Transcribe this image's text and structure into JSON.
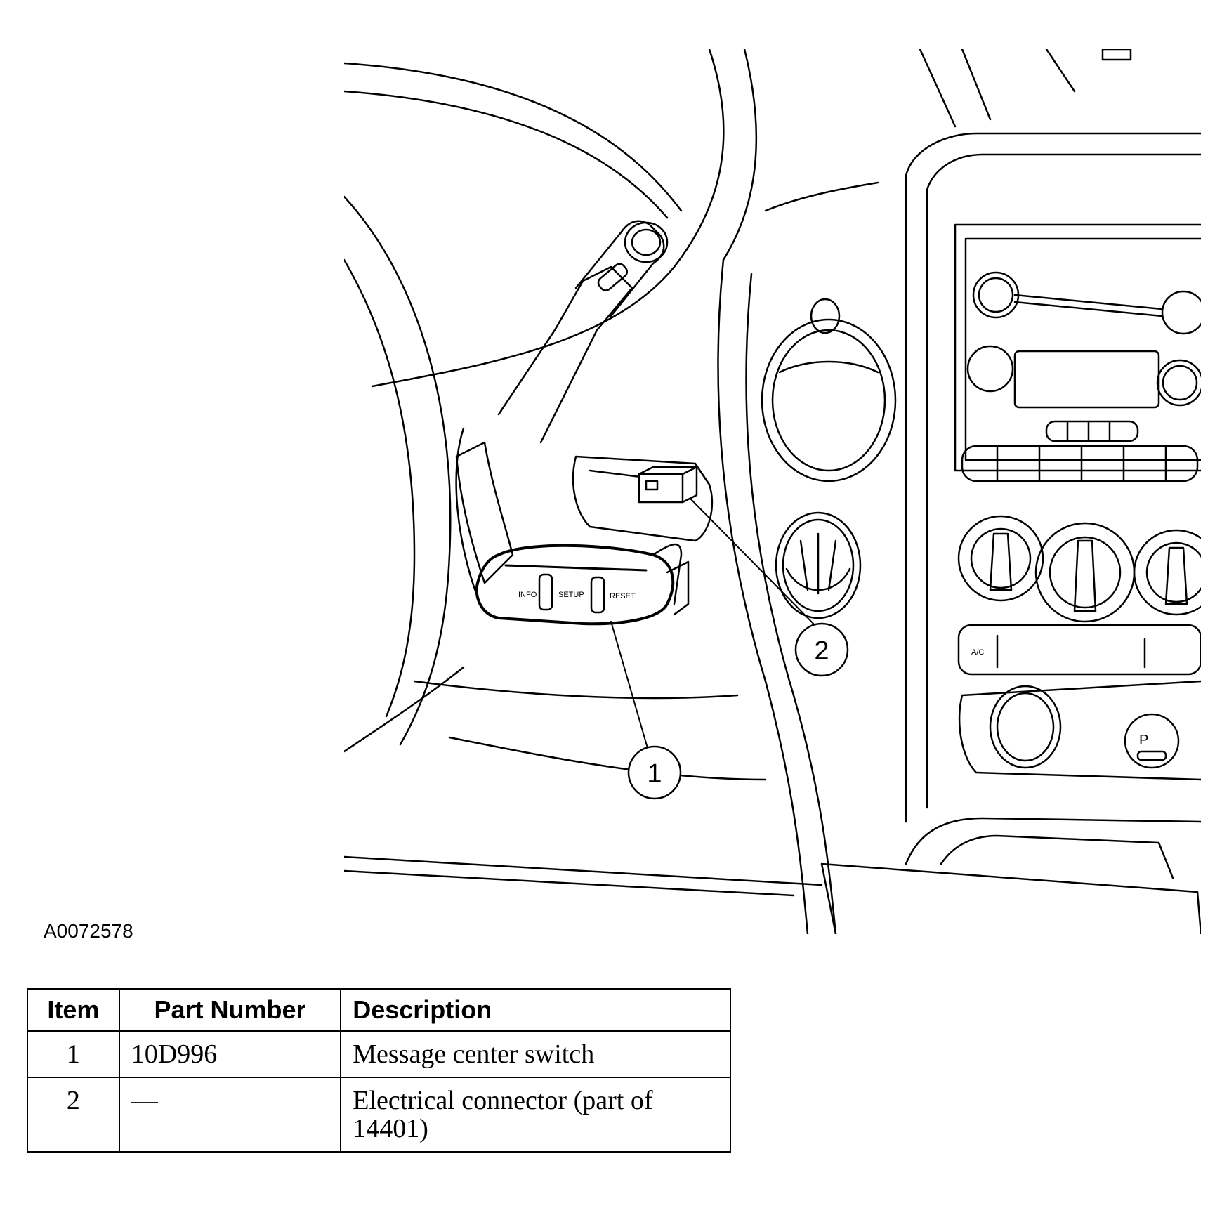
{
  "figure_id": "A0072578",
  "callouts": [
    {
      "number": "1",
      "target": "message-center-switch"
    },
    {
      "number": "2",
      "target": "electrical-connector"
    }
  ],
  "switch_buttons": [
    "RESET",
    "SETUP",
    "INFO"
  ],
  "table": {
    "headers": {
      "item": "Item",
      "part_number": "Part Number",
      "description": "Description"
    },
    "rows": [
      {
        "item": "1",
        "part_number": "10D996",
        "description": "Message center switch"
      },
      {
        "item": "2",
        "part_number": "—",
        "description": "Electrical connector (part of 14401)"
      }
    ]
  },
  "colors": {
    "line": "#000000",
    "background": "#ffffff"
  }
}
